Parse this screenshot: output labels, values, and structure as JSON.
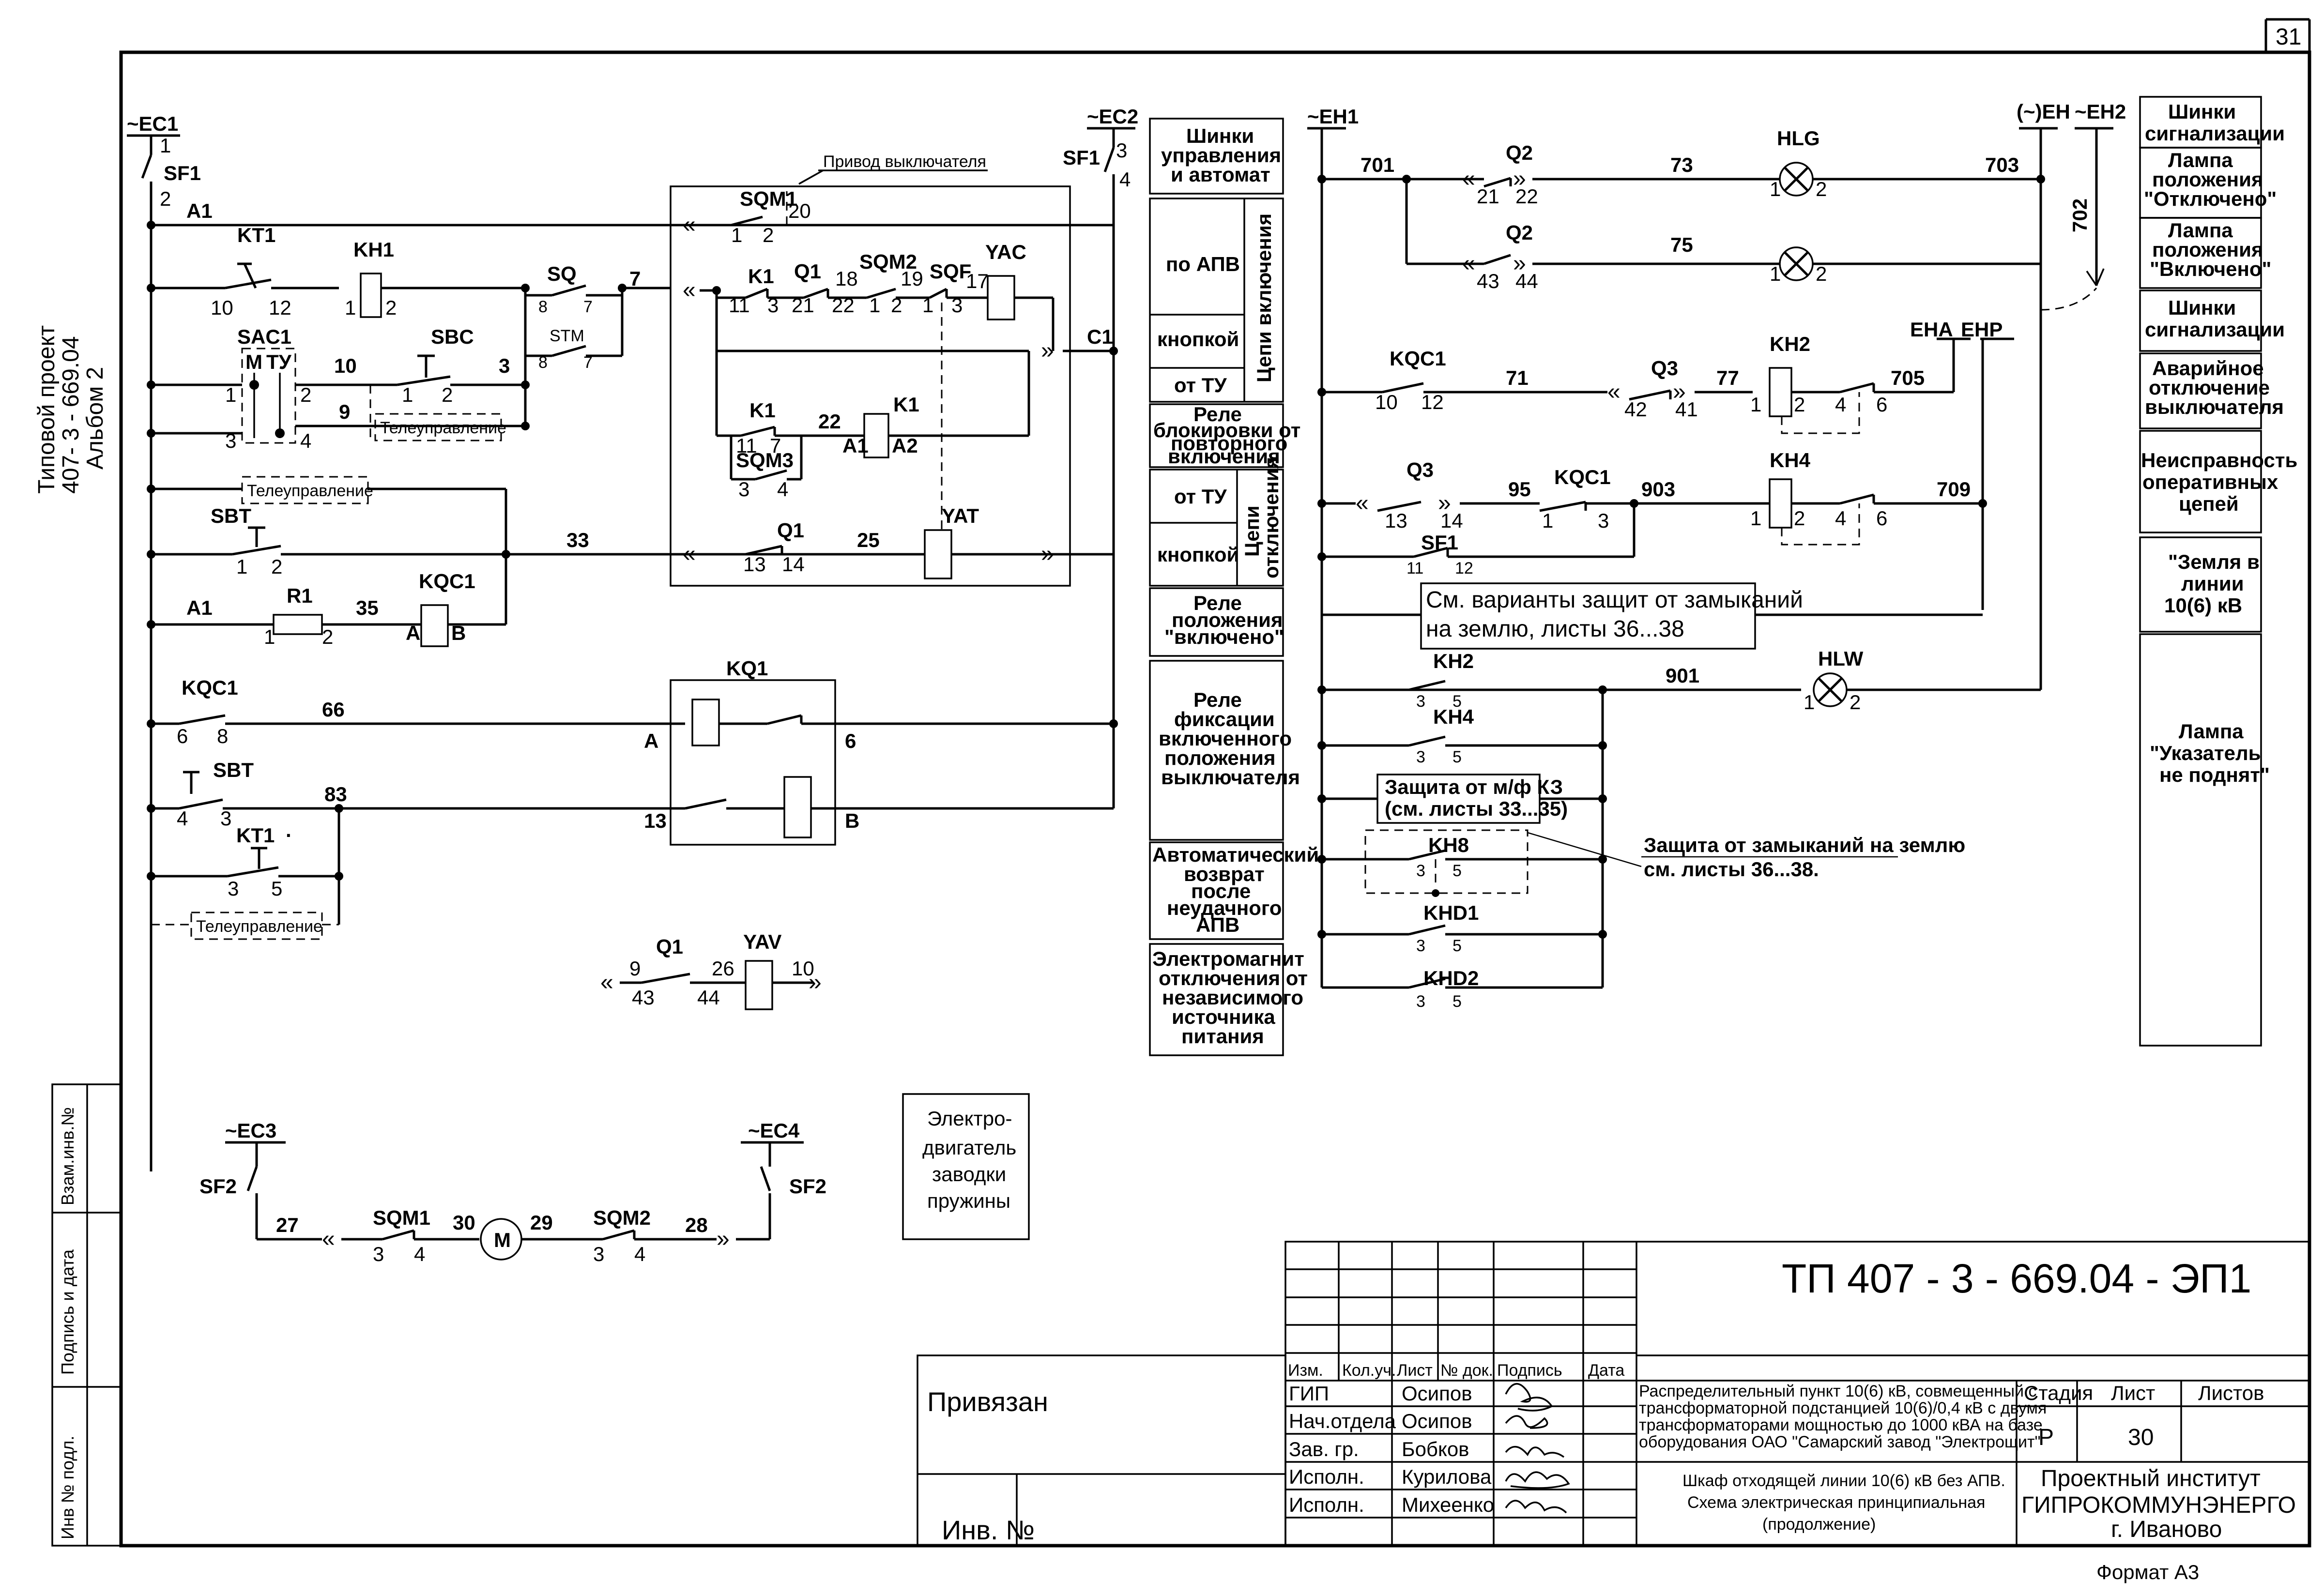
{
  "sheet_number": "31",
  "format": "Формат А3",
  "project": {
    "line1": "Типовой проект",
    "line2": "407- 3 - 669.04",
    "line3": "Альбом 2"
  },
  "stamp_side": {
    "vzam": "Взам.инв.№",
    "podpis": "Подпись и дата",
    "inv": "Инв № подл."
  },
  "labels": {
    "ec1": "~EC1",
    "ec2": "~EC2",
    "ec3": "~EC3",
    "ec4": "~EC4",
    "eh1": "~EH1",
    "eh": "(~)EH",
    "eh2": "~EH2",
    "sf1": "SF1",
    "sf2": "SF2",
    "a1": "A1",
    "c1": "C1",
    "privod": "Привод выключателя",
    "kt1": "KT1",
    "kh1": "KH1",
    "sq": "SQ",
    "stm": "STM",
    "sac1": "SAC1",
    "sac_m": "М",
    "sac_tu": "ТУ",
    "sbc": "SBC",
    "sbt": "SBT",
    "teleupr": "Телеуправление",
    "r1": "R1",
    "kqc1": "KQC1",
    "kq1": "KQ1",
    "sqm1": "SQM1",
    "sqm2": "SQM2",
    "sqm3": "SQM3",
    "k1": "K1",
    "q1": "Q1",
    "sqf": "SQF",
    "yac": "YAC",
    "yat": "YAT",
    "yav": "YAV",
    "motor": "M",
    "q2": "Q2",
    "q3": "Q3",
    "hlg": "HLG",
    "hlw": "HLW",
    "kh2": "KH2",
    "kh4": "KH4",
    "kh8": "KH8",
    "khd1": "KHD1",
    "khd2": "KHD2",
    "eha": "EHA",
    "ehp": "EHP",
    "pin_a": "A",
    "pin_b": "B",
    "pin_a1": "A1",
    "pin_a2": "A2",
    "pin_cross": "·"
  },
  "nums": {
    "n1": "1",
    "n2": "2",
    "n3": "3",
    "n4": "4",
    "n5": "5",
    "n6": "6",
    "n7": "7",
    "n8": "8",
    "n9": "9",
    "n10": "10",
    "n11": "11",
    "n12": "12",
    "n13": "13",
    "n14": "14",
    "n17": "17",
    "n18": "18",
    "n19": "19",
    "n20": "20",
    "n21": "21",
    "n22": "22",
    "n25": "25",
    "n26": "26",
    "n27": "27",
    "n28": "28",
    "n29": "29",
    "n30": "30",
    "n33": "33",
    "n35": "35",
    "n41": "41",
    "n42": "42",
    "n43": "43",
    "n44": "44",
    "n66": "66",
    "n71": "71",
    "n73": "73",
    "n75": "75",
    "n77": "77",
    "n83": "83",
    "n95": "95",
    "n701": "701",
    "n702": "702",
    "n703": "703",
    "n705": "705",
    "n709": "709",
    "n901": "901",
    "n903": "903"
  },
  "notes": {
    "variants1": "См. варианты защит от замыканий",
    "variants2": "на землю, листы 36...38",
    "mf1": "Защита от м/ф КЗ",
    "mf2": "(см. листы 33...35)",
    "earth1": "Защита от замыканий на землю",
    "earth2": "см. листы 36...38.",
    "motor1": "Электро-",
    "motor2": "двигатель",
    "motor3": "заводки",
    "motor4": "пружины"
  },
  "left_legend": {
    "shinki": [
      "Шинки",
      "управления",
      "и автомат"
    ],
    "po_apv": "по АПВ",
    "knopkoi": "кнопкой",
    "ot_tu": "от ТУ",
    "cepi_vkl": "Цепи включения",
    "rele_block": [
      "Реле",
      "блокировки от",
      "повторного",
      "включения"
    ],
    "ot_tu2": "от ТУ",
    "knopkoi2": "кнопкой",
    "cepi_otkl": [
      "Цепи",
      "отключения"
    ],
    "rele_vkl": [
      "Реле",
      "положения",
      "\"включено\""
    ],
    "rele_fix": [
      "Реле",
      "фиксации",
      "включенного",
      "положения",
      "выключателя"
    ],
    "avto": [
      "Автоматический",
      "возврат",
      "после",
      "неудачного",
      "АПВ"
    ],
    "elmag": [
      "Электромагнит",
      "отключения от",
      "независимого",
      "источника",
      "питания"
    ]
  },
  "right_legend": {
    "shinki_sig": [
      "Шинки",
      "сигнализации"
    ],
    "lamp_off": [
      "Лампа",
      "положения",
      "\"Отключено\""
    ],
    "lamp_on": [
      "Лампа",
      "положения",
      "\"Включено\""
    ],
    "shinki_sig2": [
      "Шинки",
      "сигнализации"
    ],
    "avar": [
      "Аварийное",
      "отключение",
      "выключателя"
    ],
    "neispr": [
      "Неисправность",
      "оперативных",
      "цепей"
    ],
    "zemlya": [
      "\"Земля в",
      "линии",
      "10(6) кВ"
    ],
    "lamp_ukaz": [
      "Лампа",
      "\"Указатель",
      "не поднят\""
    ]
  },
  "title_block": {
    "code": "ТП  407 - 3 -  669.04 - ЭП1",
    "privyazan": "Привязан",
    "inv_no": "Инв. №",
    "col_izm": "Изм.",
    "col_kol": "Кол.уч.",
    "col_list": "Лист",
    "col_ndok": "№ док.",
    "col_podpis": "Подпись",
    "col_data": "Дата",
    "rows": [
      {
        "role": "ГИП",
        "name": "Осипов"
      },
      {
        "role": "Нач.отдела",
        "name": "Осипов"
      },
      {
        "role": "Зав. гр.",
        "name": "Бобков"
      },
      {
        "role": "Исполн.",
        "name": "Курилова"
      },
      {
        "role": "Исполн.",
        "name": "Михеенко"
      }
    ],
    "desc": [
      "Распределительный пункт 10(6) кВ, совмещенный с",
      "трансформаторной подстанцией 10(6)/0,4 кВ с двумя",
      "трансформаторами мощностью до 1000 кВА на базе",
      "оборудования ОАО \"Самарский завод \"Электрощит\""
    ],
    "subj": [
      "Шкаф отходящей  линии 10(6) кВ без АПВ.",
      "Схема электрическая принципиальная",
      "(продолжение)"
    ],
    "stadia_lbl": "Стадия",
    "list_lbl": "Лист",
    "listov_lbl": "Листов",
    "stadia": "Р",
    "list": "30",
    "org1": "Проектный институт",
    "org2": "ГИПРОКОММУНЭНЕРГО",
    "org3": "г. Иваново"
  }
}
